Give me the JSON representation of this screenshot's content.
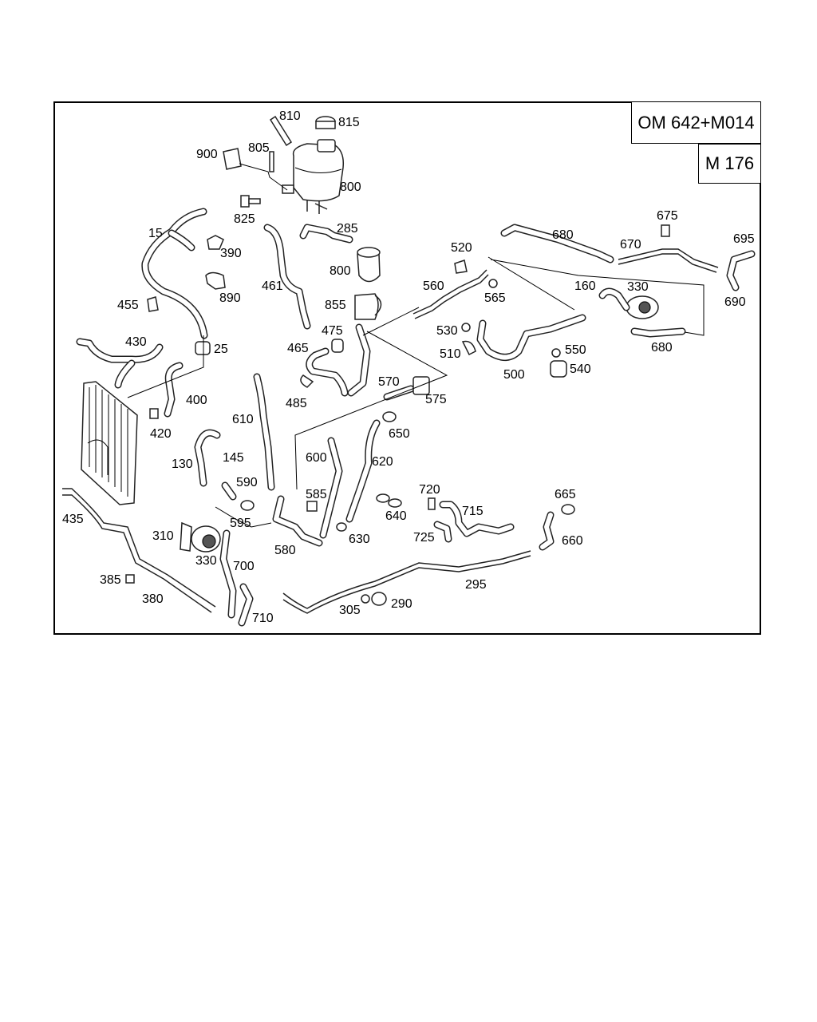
{
  "models": {
    "primary": "OM 642+M014",
    "secondary": "M 176"
  },
  "part_labels": {
    "p810": "810",
    "p815": "815",
    "p805": "805",
    "p900": "900",
    "p800a": "800",
    "p825": "825",
    "p285": "285",
    "p800b": "800",
    "p15": "15",
    "p390": "390",
    "p461": "461",
    "p855": "855",
    "p890": "890",
    "p455": "455",
    "p475": "475",
    "p465": "465",
    "p430": "430",
    "p25": "25",
    "p485": "485",
    "p400": "400",
    "p420": "420",
    "p610": "610",
    "p570": "570",
    "p575": "575",
    "p650": "650",
    "p130": "130",
    "p145": "145",
    "p600": "600",
    "p620": "620",
    "p590": "590",
    "p585": "585",
    "p640": "640",
    "p595": "595",
    "p630": "630",
    "p580": "580",
    "p435": "435",
    "p310": "310",
    "p330a": "330",
    "p700": "700",
    "p385": "385",
    "p380": "380",
    "p710": "710",
    "p720": "720",
    "p715": "715",
    "p725": "725",
    "p665": "665",
    "p660": "660",
    "p295": "295",
    "p305": "305",
    "p290": "290",
    "p520": "520",
    "p560": "560",
    "p565": "565",
    "p530": "530",
    "p510": "510",
    "p500": "500",
    "p550": "550",
    "p540": "540",
    "p680a": "680",
    "p670": "670",
    "p675": "675",
    "p695": "695",
    "p160": "160",
    "p330b": "330",
    "p690": "690",
    "p680b": "680"
  }
}
